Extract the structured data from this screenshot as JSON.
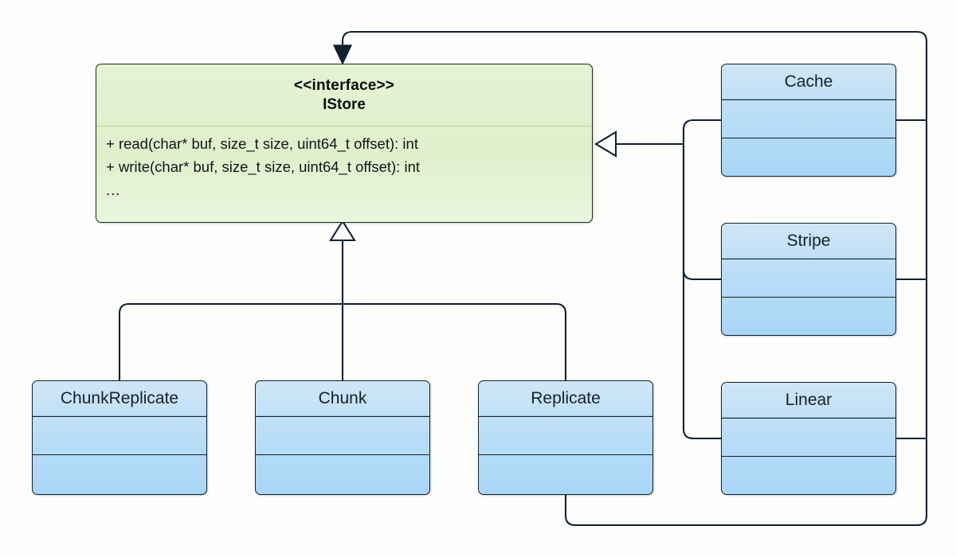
{
  "diagram": {
    "type": "uml-class-diagram",
    "background_color": "#fdfdfc",
    "line_color": "#12212e",
    "interface_fill": "#ddf0cb",
    "class_fill": "#b2d9f7"
  },
  "interface": {
    "stereotype": "<<interface>>",
    "name": "IStore",
    "members": [
      "+ read(char* buf, size_t size, uint64_t offset): int",
      "+ write(char* buf, size_t size, uint64_t offset): int",
      "..."
    ]
  },
  "classes": {
    "right": [
      {
        "name": "Cache"
      },
      {
        "name": "Stripe"
      },
      {
        "name": "Linear"
      }
    ],
    "bottom": [
      {
        "name": "ChunkReplicate"
      },
      {
        "name": "Chunk"
      },
      {
        "name": "Replicate"
      }
    ]
  },
  "relationships": [
    {
      "kind": "realization",
      "label": "",
      "from": "Cache",
      "to": "IStore",
      "arrowhead": "hollow-triangle",
      "side": "right"
    },
    {
      "kind": "realization",
      "label": "",
      "from": "Stripe",
      "to": "IStore",
      "arrowhead": "hollow-triangle",
      "side": "right"
    },
    {
      "kind": "realization",
      "label": "",
      "from": "Linear",
      "to": "IStore",
      "arrowhead": "hollow-triangle",
      "side": "right"
    },
    {
      "kind": "generalization",
      "label": "",
      "from": "ChunkReplicate",
      "to": "IStore",
      "arrowhead": "hollow-triangle",
      "side": "bottom"
    },
    {
      "kind": "generalization",
      "label": "",
      "from": "Chunk",
      "to": "IStore",
      "arrowhead": "hollow-triangle",
      "side": "bottom"
    },
    {
      "kind": "generalization",
      "label": "",
      "from": "Replicate",
      "to": "IStore",
      "arrowhead": "hollow-triangle",
      "side": "bottom"
    },
    {
      "kind": "association",
      "label": "",
      "from": "Replicate",
      "to": "IStore",
      "arrowhead": "open-arrow",
      "side": "top"
    }
  ]
}
